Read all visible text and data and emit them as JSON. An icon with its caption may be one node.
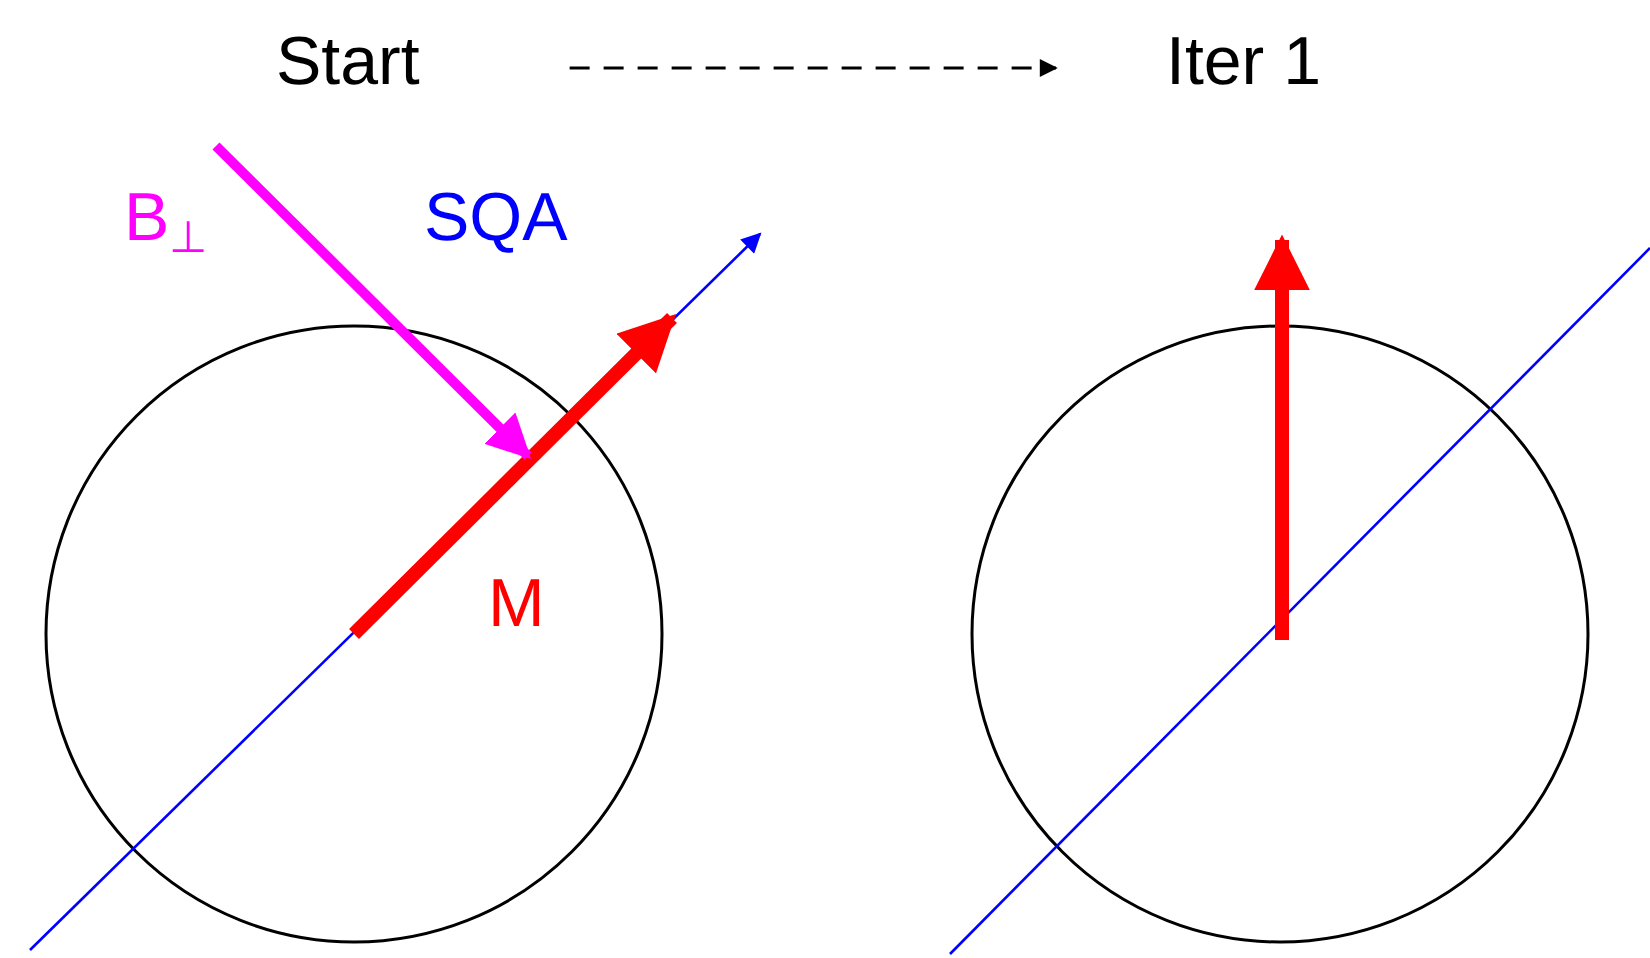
{
  "diagram": {
    "nodes": [
      {
        "text": [
          "Start"
        ]
      },
      {
        "text": [
          "Iter 1"
        ]
      }
    ],
    "edges": [
      {
        "from": 0,
        "to": 1,
        "arrow": "to",
        "style": "dashed"
      }
    ],
    "labels": [
      "B$_{⊥}$",
      "SQA",
      "M"
    ]
  }
}
